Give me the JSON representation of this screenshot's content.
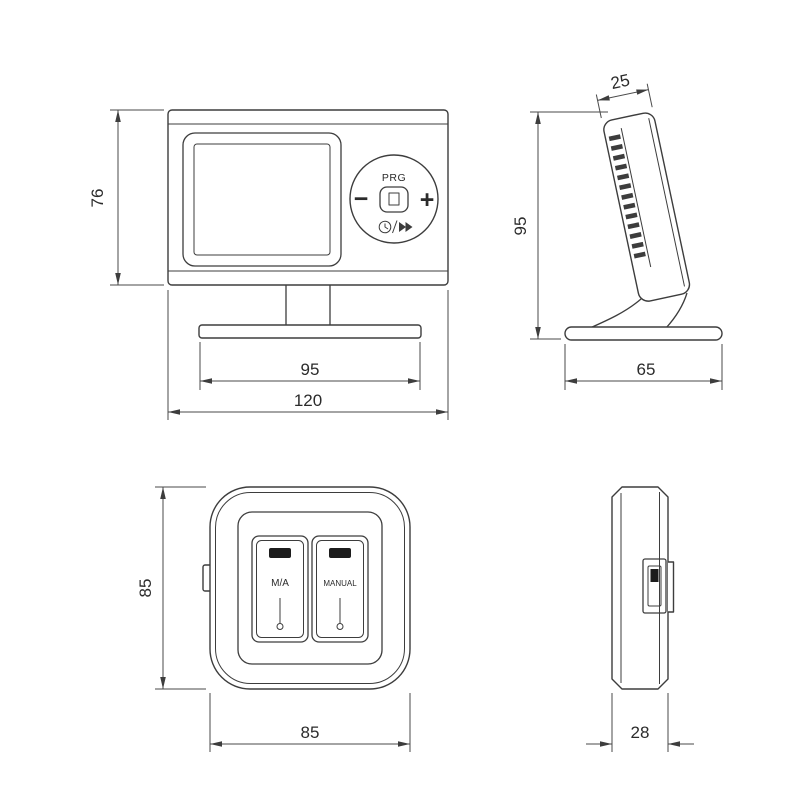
{
  "front_view": {
    "dim_height": "76",
    "dim_base_width": "95",
    "dim_total_width": "120",
    "label_prg": "PRG",
    "label_plus": "+",
    "label_minus": "−"
  },
  "side_view": {
    "dim_thickness": "25",
    "dim_total_height": "95",
    "dim_base_depth": "65"
  },
  "switch_front_view": {
    "dim_height": "85",
    "dim_width": "85",
    "label_left_rocker": "M/A",
    "label_right_rocker": "MANUAL"
  },
  "switch_side_view": {
    "dim_depth": "28"
  }
}
